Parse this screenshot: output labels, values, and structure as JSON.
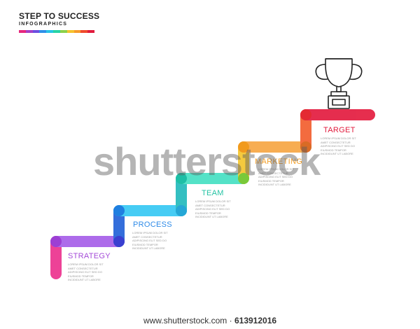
{
  "header": {
    "title": "STEP TO SUCCESS",
    "subtitle": "INFOGRAPHICS",
    "palette": [
      "#e6277d",
      "#a43fc7",
      "#6b4fe0",
      "#2e8fe8",
      "#27c3e6",
      "#27d3a4",
      "#8bd14a",
      "#f5c22c",
      "#f79a2a",
      "#ef4b2d",
      "#e11b3c"
    ]
  },
  "steps": [
    {
      "label": "STRATEGY",
      "color": "#a44bd8",
      "text": "LOREM IPSUM DOLOR SIT AMET CONSECTETUR ADIPISCING ELIT SED DO EIUSMOD TEMPOR INCIDIDUNT UT LABORE"
    },
    {
      "label": "PROCESS",
      "color": "#2f8be8",
      "text": "LOREM IPSUM DOLOR SIT AMET CONSECTETUR ADIPISCING ELIT SED DO EIUSMOD TEMPOR INCIDIDUNT UT LABORE"
    },
    {
      "label": "TEAM",
      "color": "#25c3a4",
      "text": "LOREM IPSUM DOLOR SIT AMET CONSECTETUR ADIPISCING ELIT SED DO EIUSMOD TEMPOR INCIDIDUNT UT LABORE"
    },
    {
      "label": "MARKETING",
      "color": "#f3a02a",
      "text": "LOREM IPSUM DOLOR SIT AMET CONSECTETUR ADIPISCING ELIT SED DO EIUSMOD TEMPOR INCIDIDUNT UT LABORE"
    },
    {
      "label": "TARGET",
      "color": "#e11b3c",
      "text": "LOREM IPSUM DOLOR SIT AMET CONSECTETUR ADIPISCING ELIT SED DO EIUSMOD TEMPOR INCIDIDUNT UT LABORE"
    }
  ],
  "trophy_icon": "trophy-icon",
  "watermark": "shutterstock",
  "footer": {
    "site": "www.shutterstock.com",
    "separator": " · ",
    "id": "613912016"
  }
}
